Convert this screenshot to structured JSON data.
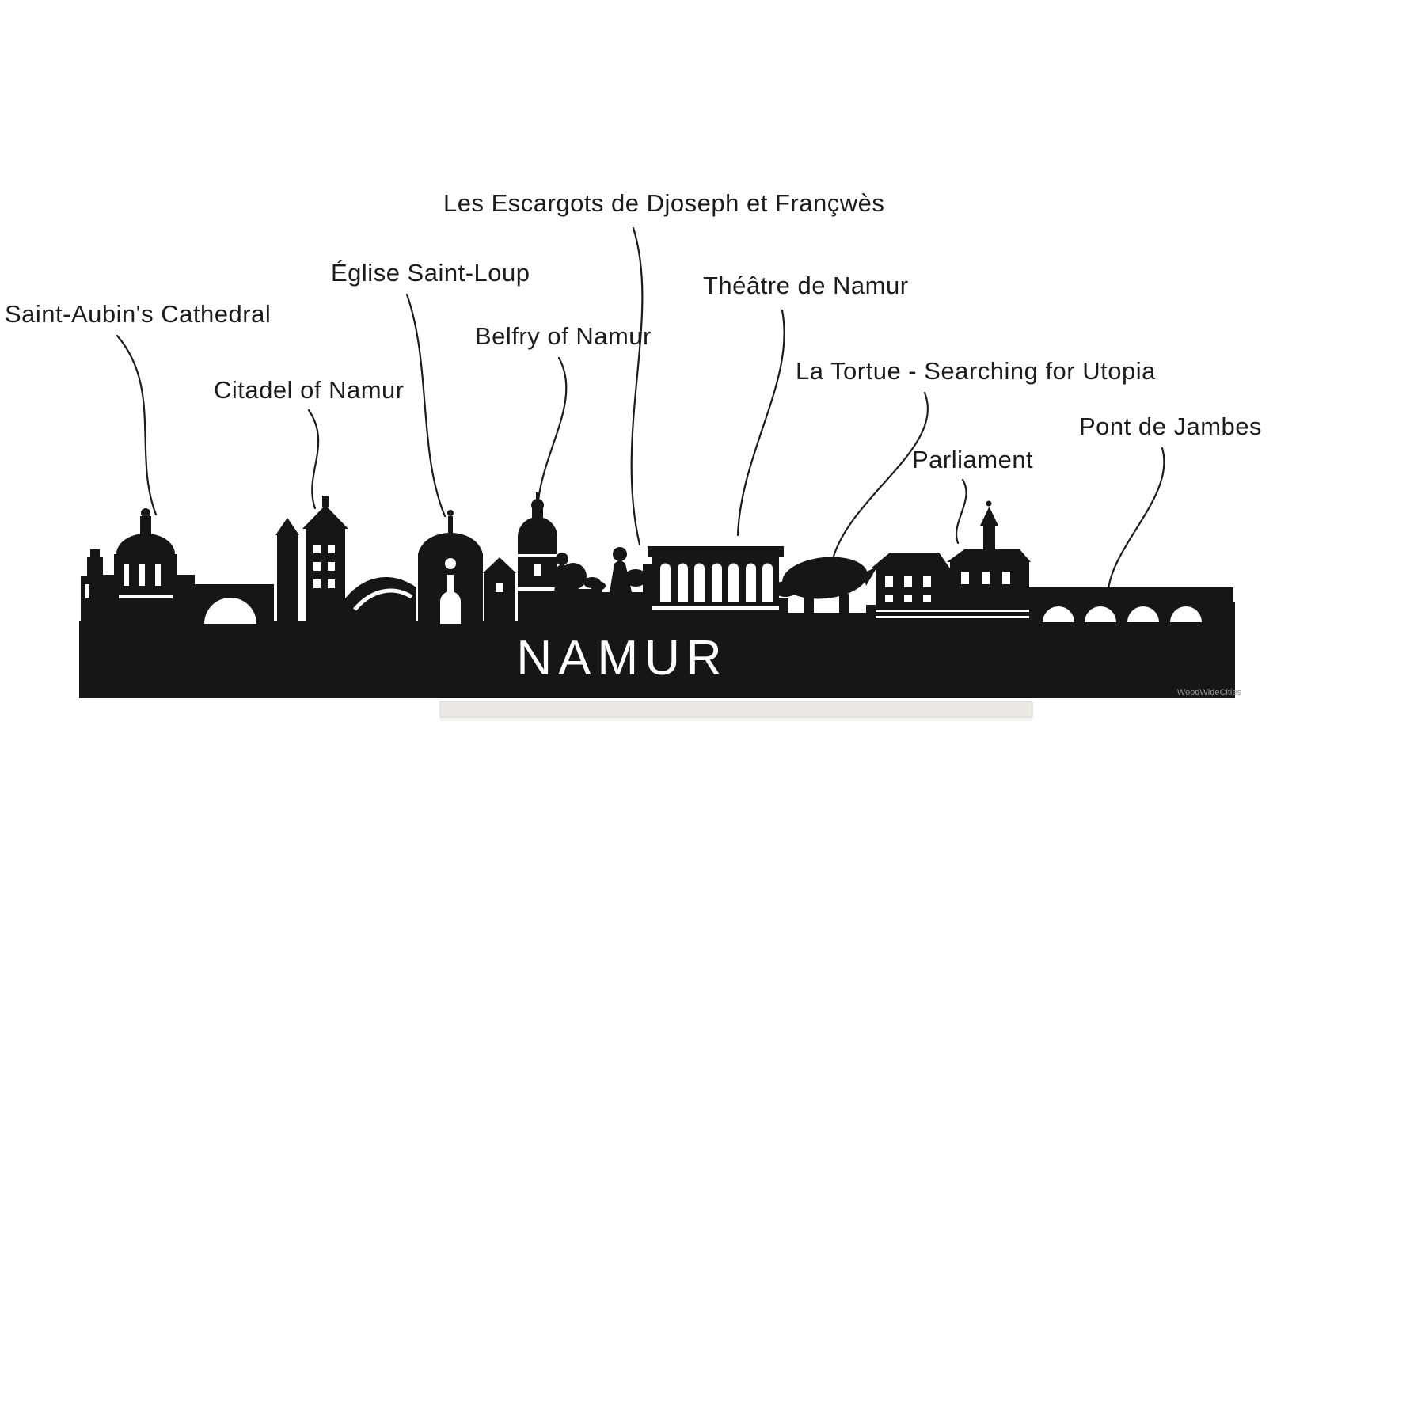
{
  "page": {
    "background": "#ffffff"
  },
  "colors": {
    "silhouette": "#161616",
    "line": "#1c1c1c",
    "stand": "#ece9e4",
    "watermark": "#9a9a9a"
  },
  "skyline": {
    "city_name": "NAMUR",
    "watermark": "WoodWideCities"
  },
  "labels": [
    {
      "id": "les-escargots",
      "text": "Les Escargots de Djoseph et Françwès"
    },
    {
      "id": "eglise-saint-loup",
      "text": "Église Saint-Loup"
    },
    {
      "id": "theatre-de-namur",
      "text": "Théâtre de Namur"
    },
    {
      "id": "saint-aubins-cathedral",
      "text": "Saint-Aubin's Cathedral"
    },
    {
      "id": "belfry-of-namur",
      "text": "Belfry of Namur"
    },
    {
      "id": "la-tortue",
      "text": "La Tortue - Searching for Utopia"
    },
    {
      "id": "citadel-of-namur",
      "text": "Citadel of Namur"
    },
    {
      "id": "parliament",
      "text": "Parliament"
    },
    {
      "id": "pont-de-jambes",
      "text": "Pont de Jambes"
    }
  ]
}
